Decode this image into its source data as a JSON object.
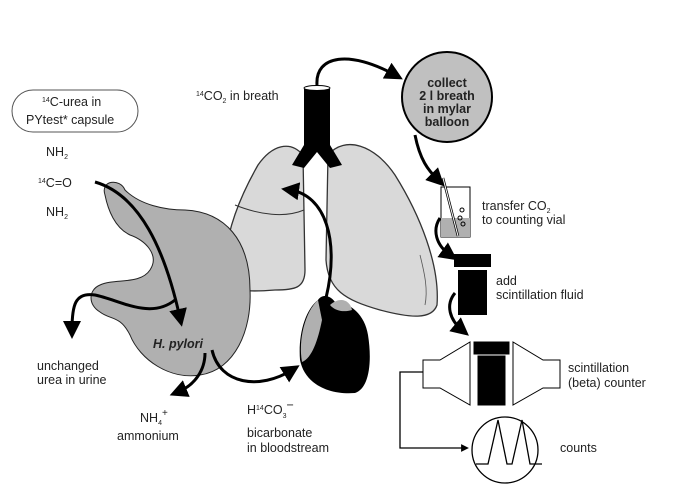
{
  "capsule": {
    "sup": "14",
    "line1": "C-urea in",
    "line2": "PYtest* capsule"
  },
  "molecule": {
    "nh2_top": "NH",
    "sub2": "2",
    "c_sup": "14",
    "c_text": "C=O",
    "nh2_bottom": "NH"
  },
  "breath": {
    "sup": "14",
    "co": "CO",
    "sub": "2",
    "rest": " in breath"
  },
  "balloon": {
    "lines": [
      "collect",
      "2 l breath",
      "in mylar",
      "balloon"
    ]
  },
  "transfer": {
    "line1": "transfer CO",
    "sub": "2",
    "line2": "to counting vial"
  },
  "add_fluid": {
    "line1": "add",
    "line2": "scintillation fluid"
  },
  "counter": {
    "line1": "scintillation",
    "line2": "(beta) counter"
  },
  "counts": {
    "label": "counts"
  },
  "hpylori": {
    "label": "H. pylori"
  },
  "urine": {
    "line1": "unchanged",
    "line2": "urea in urine"
  },
  "ammonium": {
    "formula": "NH",
    "sub": "4",
    "sup": "+",
    "label": "ammonium"
  },
  "bicarbonate": {
    "h": "H",
    "sup": "14",
    "co": "CO",
    "sub": "3",
    "charge": "−",
    "line1": "bicarbonate",
    "line2": "in bloodstream"
  },
  "colors": {
    "stomach": "#b0b0b0",
    "lung": "#d9d9d9",
    "balloon": "#c0c0c0",
    "organ_dark": "#000000"
  }
}
